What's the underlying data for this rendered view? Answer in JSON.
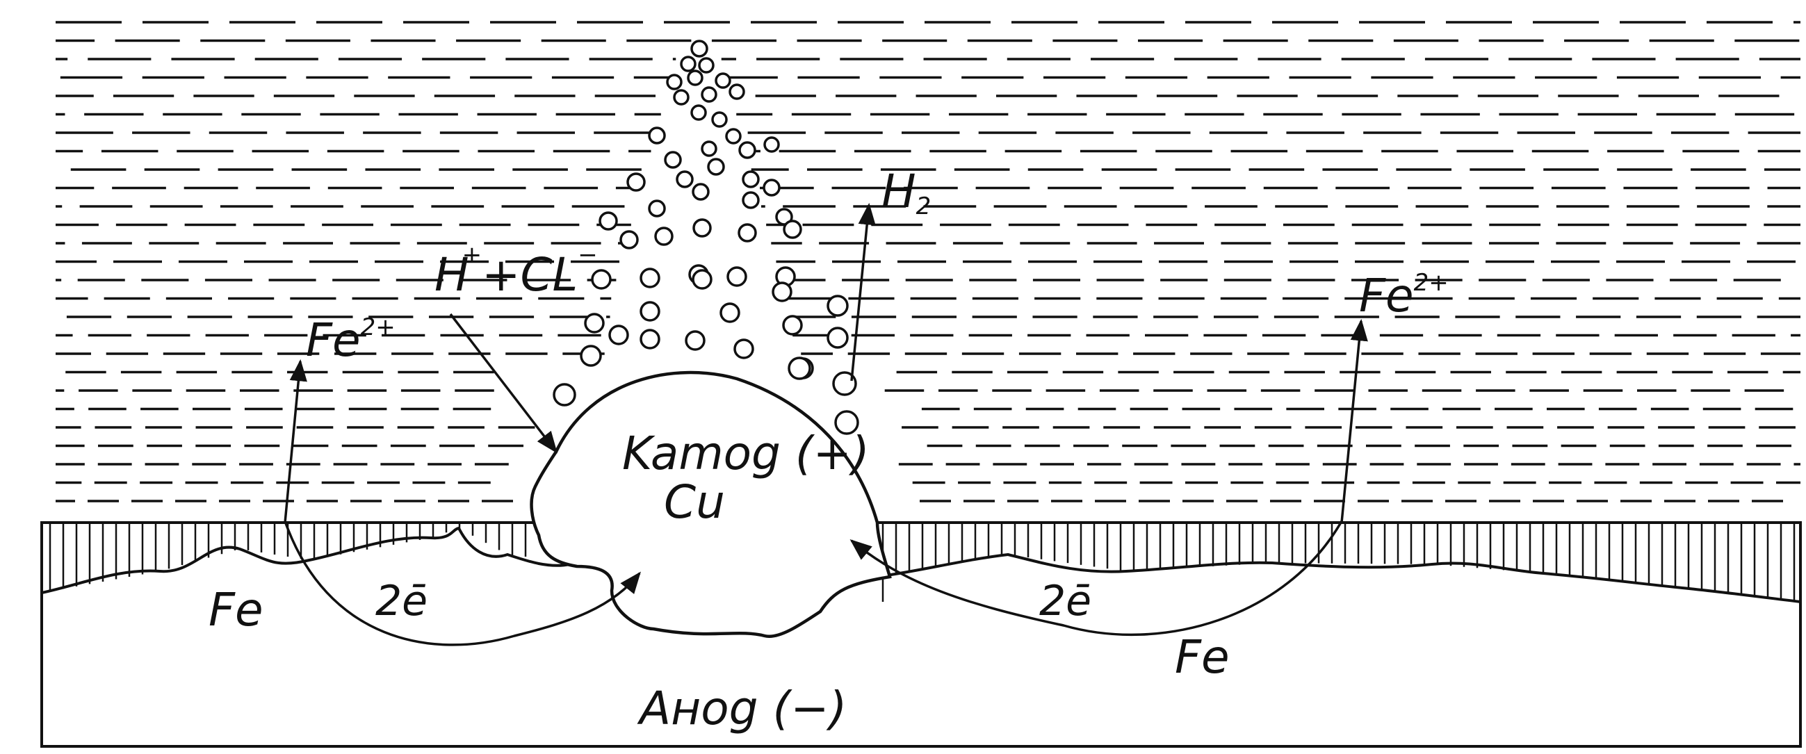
{
  "labels": {
    "h_plus": "H",
    "h_plus_charge": "+",
    "cl_minus": "+CL",
    "cl_minus_charge": "−",
    "h2": "H",
    "h2_sub": "2",
    "fe_ion_left": "Fe",
    "fe_ion_left_charge": "2+",
    "fe_ion_right": "Fe",
    "fe_ion_right_charge": "2+",
    "cathode": "Kamog (+)",
    "cathode_metal": "Cu",
    "electrons_left": "2ē",
    "electrons_right": "2ē",
    "fe_left": "Fe",
    "fe_right": "Fe",
    "anode": "Aнog (−)"
  },
  "colors": {
    "ink": "#111111",
    "background": "#ffffff"
  }
}
